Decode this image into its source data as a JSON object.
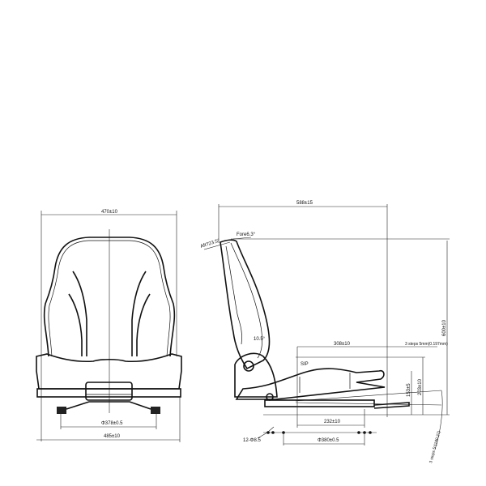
{
  "front_view": {
    "overall_width": "470±10",
    "mount_width": "Φ378±0.5",
    "base_width": "485±10"
  },
  "side_view": {
    "overall_depth": "588±15",
    "aft_angle": "Aft?23.5°",
    "fore_angle": "Fore6.3°",
    "back_angle": "10.5°",
    "sip_to_front": "308±10",
    "fore_aft_steps": "3 steps 5mm(0.197mm)",
    "sip_label": "SIP",
    "height_1": "153±5",
    "height_2": "203±10",
    "overall_height": "600±10",
    "rail_length": "232±10",
    "bolt_holes": "12-Φ8.5",
    "bolt_span": "Φ380±0.5",
    "tilt_steps": "3 steps 5°(180.27)"
  }
}
